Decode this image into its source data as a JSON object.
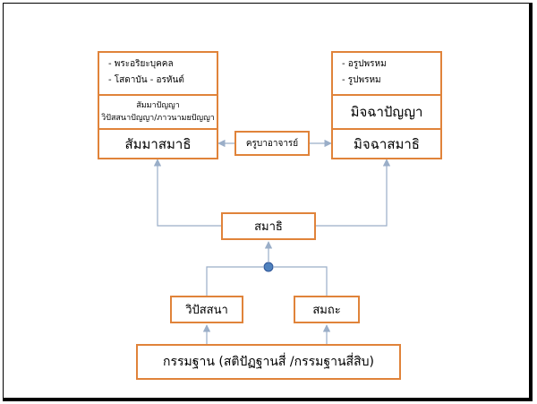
{
  "nodes": {
    "left_list": [
      "- พระอริยะบุคคล",
      "- โสดาบัน - อรหันต์"
    ],
    "left_wisdom": [
      "สัมมาปัญญา",
      "วิปัสสนาปัญญา/ภาวนามยปัญญา"
    ],
    "left_main": "สัมมาสมาธิ",
    "teacher": "ครูบาอาจารย์",
    "right_list": [
      "- อรูปพรหม",
      "- รูปพรหม"
    ],
    "right_wisdom": "มิจฉาปัญญา",
    "right_main": "มิจฉาสมาธิ",
    "samadhi": "สมาธิ",
    "vipassana": "วิปัสสนา",
    "samatha": "สมถะ",
    "kammatthana": "กรรมฐาน (สติปัฏฐานสี่ /กรรมฐานสี่สิบ)"
  },
  "colors": {
    "box_border": "#e0833a",
    "connector": "#9aaec8",
    "junction": "#4f81bd"
  }
}
